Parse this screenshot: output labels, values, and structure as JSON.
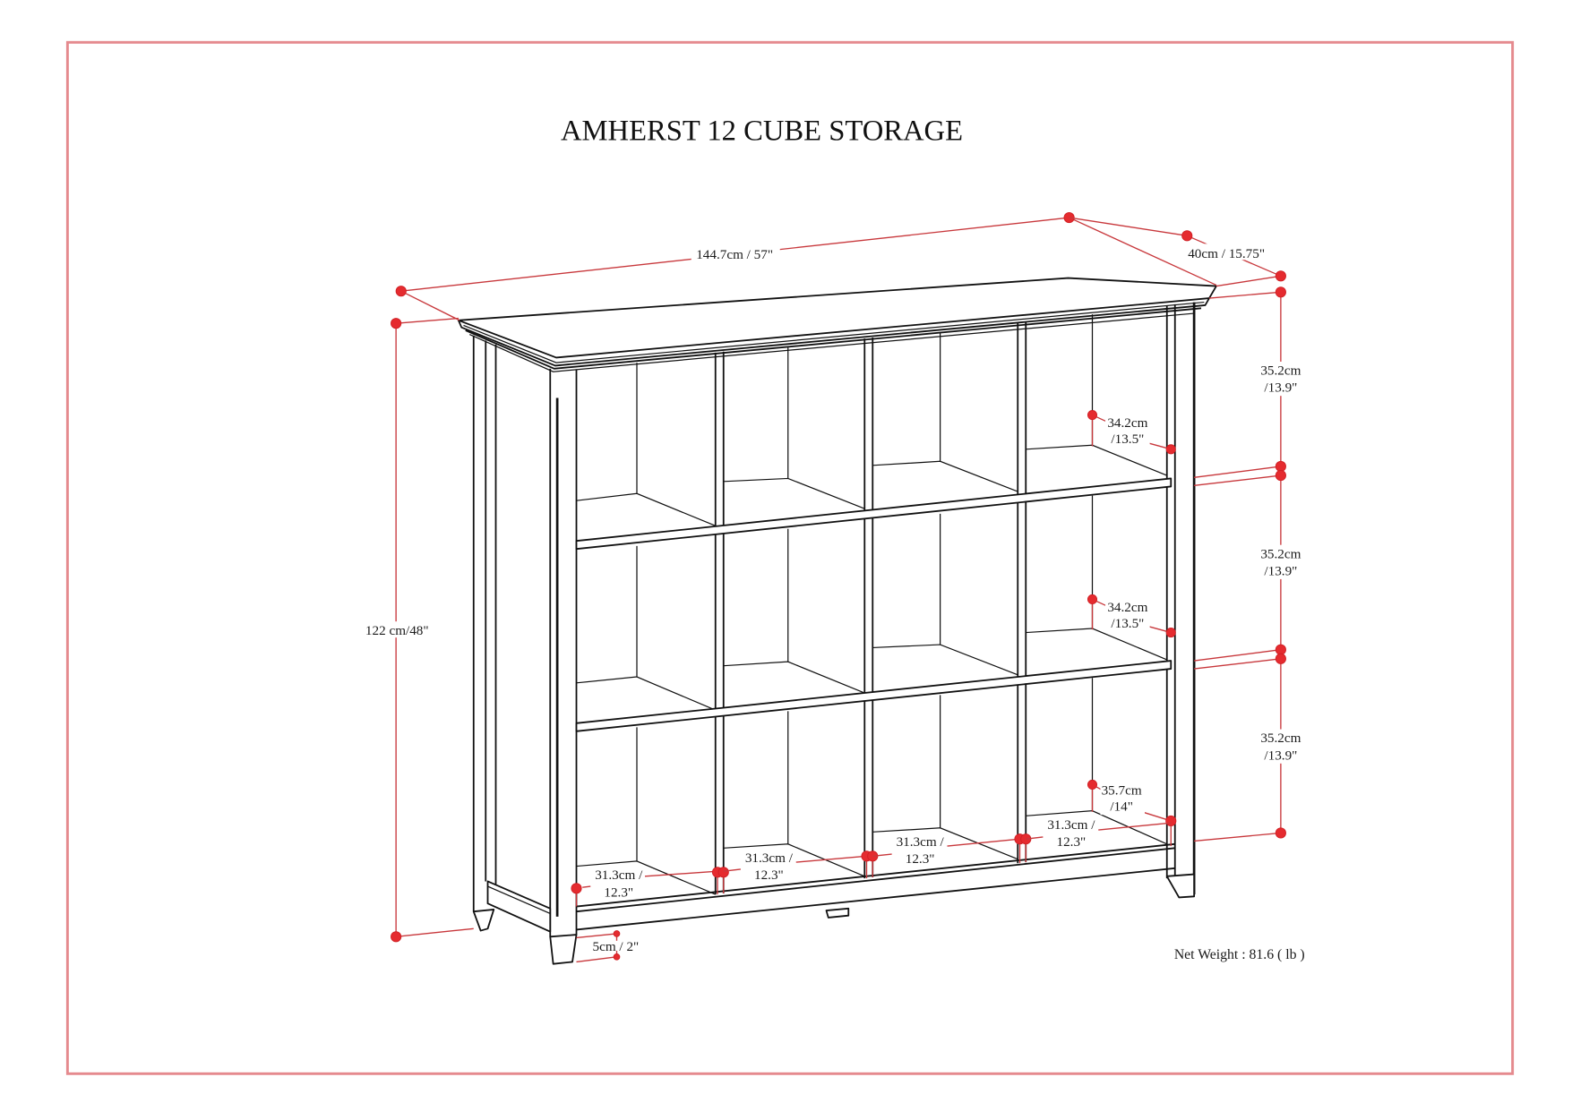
{
  "title": "AMHERST 12 CUBE STORAGE",
  "frame_color": "#e58a8e",
  "dimension_color": "#e52b2f",
  "dimensions": {
    "width": "144.7cm / 57\"",
    "depth": "40cm / 15.75\"",
    "height": "122 cm/48\"",
    "row_heights": [
      {
        "cm": "35.2cm",
        "in": "/13.9\""
      },
      {
        "cm": "35.2cm",
        "in": "/13.9\""
      },
      {
        "cm": "35.2cm",
        "in": "/13.9\""
      }
    ],
    "cube_interior_heights": [
      {
        "cm": "34.2cm",
        "in": "/13.5\""
      },
      {
        "cm": "34.2cm",
        "in": "/13.5\""
      },
      {
        "cm": "35.7cm",
        "in": "/14\""
      }
    ],
    "cube_widths": [
      {
        "cm": "31.3cm /",
        "in": "12.3\""
      },
      {
        "cm": "31.3cm /",
        "in": "12.3\""
      },
      {
        "cm": "31.3cm /",
        "in": "12.3\""
      },
      {
        "cm": "31.3cm /",
        "in": "12.3\""
      }
    ],
    "leg_clearance": "5cm / 2\""
  },
  "net_weight": "Net Weight : 81.6 ( lb )",
  "layout": {
    "columns": 4,
    "rows": 3,
    "cubes": 12
  }
}
